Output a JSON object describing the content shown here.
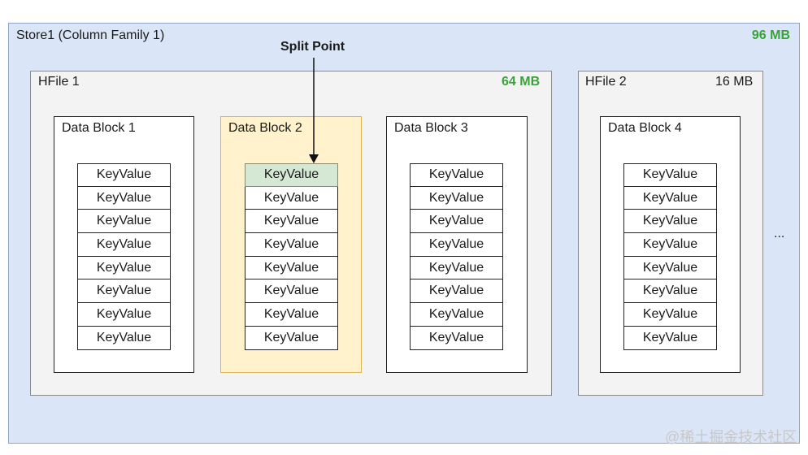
{
  "store": {
    "label": "Store1 (Column Family 1)",
    "size": "96 MB"
  },
  "split_point": "Split Point",
  "hfiles": [
    {
      "label": "HFile 1",
      "size": "64 MB"
    },
    {
      "label": "HFile 2",
      "size": "16 MB"
    }
  ],
  "blocks": [
    {
      "label": "Data Block 1",
      "rows": [
        "KeyValue",
        "KeyValue",
        "KeyValue",
        "KeyValue",
        "KeyValue",
        "KeyValue",
        "KeyValue",
        "KeyValue"
      ]
    },
    {
      "label": "Data Block 2",
      "rows": [
        "KeyValue",
        "KeyValue",
        "KeyValue",
        "KeyValue",
        "KeyValue",
        "KeyValue",
        "KeyValue",
        "KeyValue"
      ]
    },
    {
      "label": "Data Block 3",
      "rows": [
        "KeyValue",
        "KeyValue",
        "KeyValue",
        "KeyValue",
        "KeyValue",
        "KeyValue",
        "KeyValue",
        "KeyValue"
      ]
    },
    {
      "label": "Data Block 4",
      "rows": [
        "KeyValue",
        "KeyValue",
        "KeyValue",
        "KeyValue",
        "KeyValue",
        "KeyValue",
        "KeyValue",
        "KeyValue"
      ]
    }
  ],
  "ellipsis": "...",
  "watermark": "@稀土掘金技术社区",
  "colors": {
    "store_bg": "#dae5f7",
    "highlight_block": "#fff2cc",
    "split_row": "#d5e8d4",
    "size_green": "#3aa23a"
  }
}
